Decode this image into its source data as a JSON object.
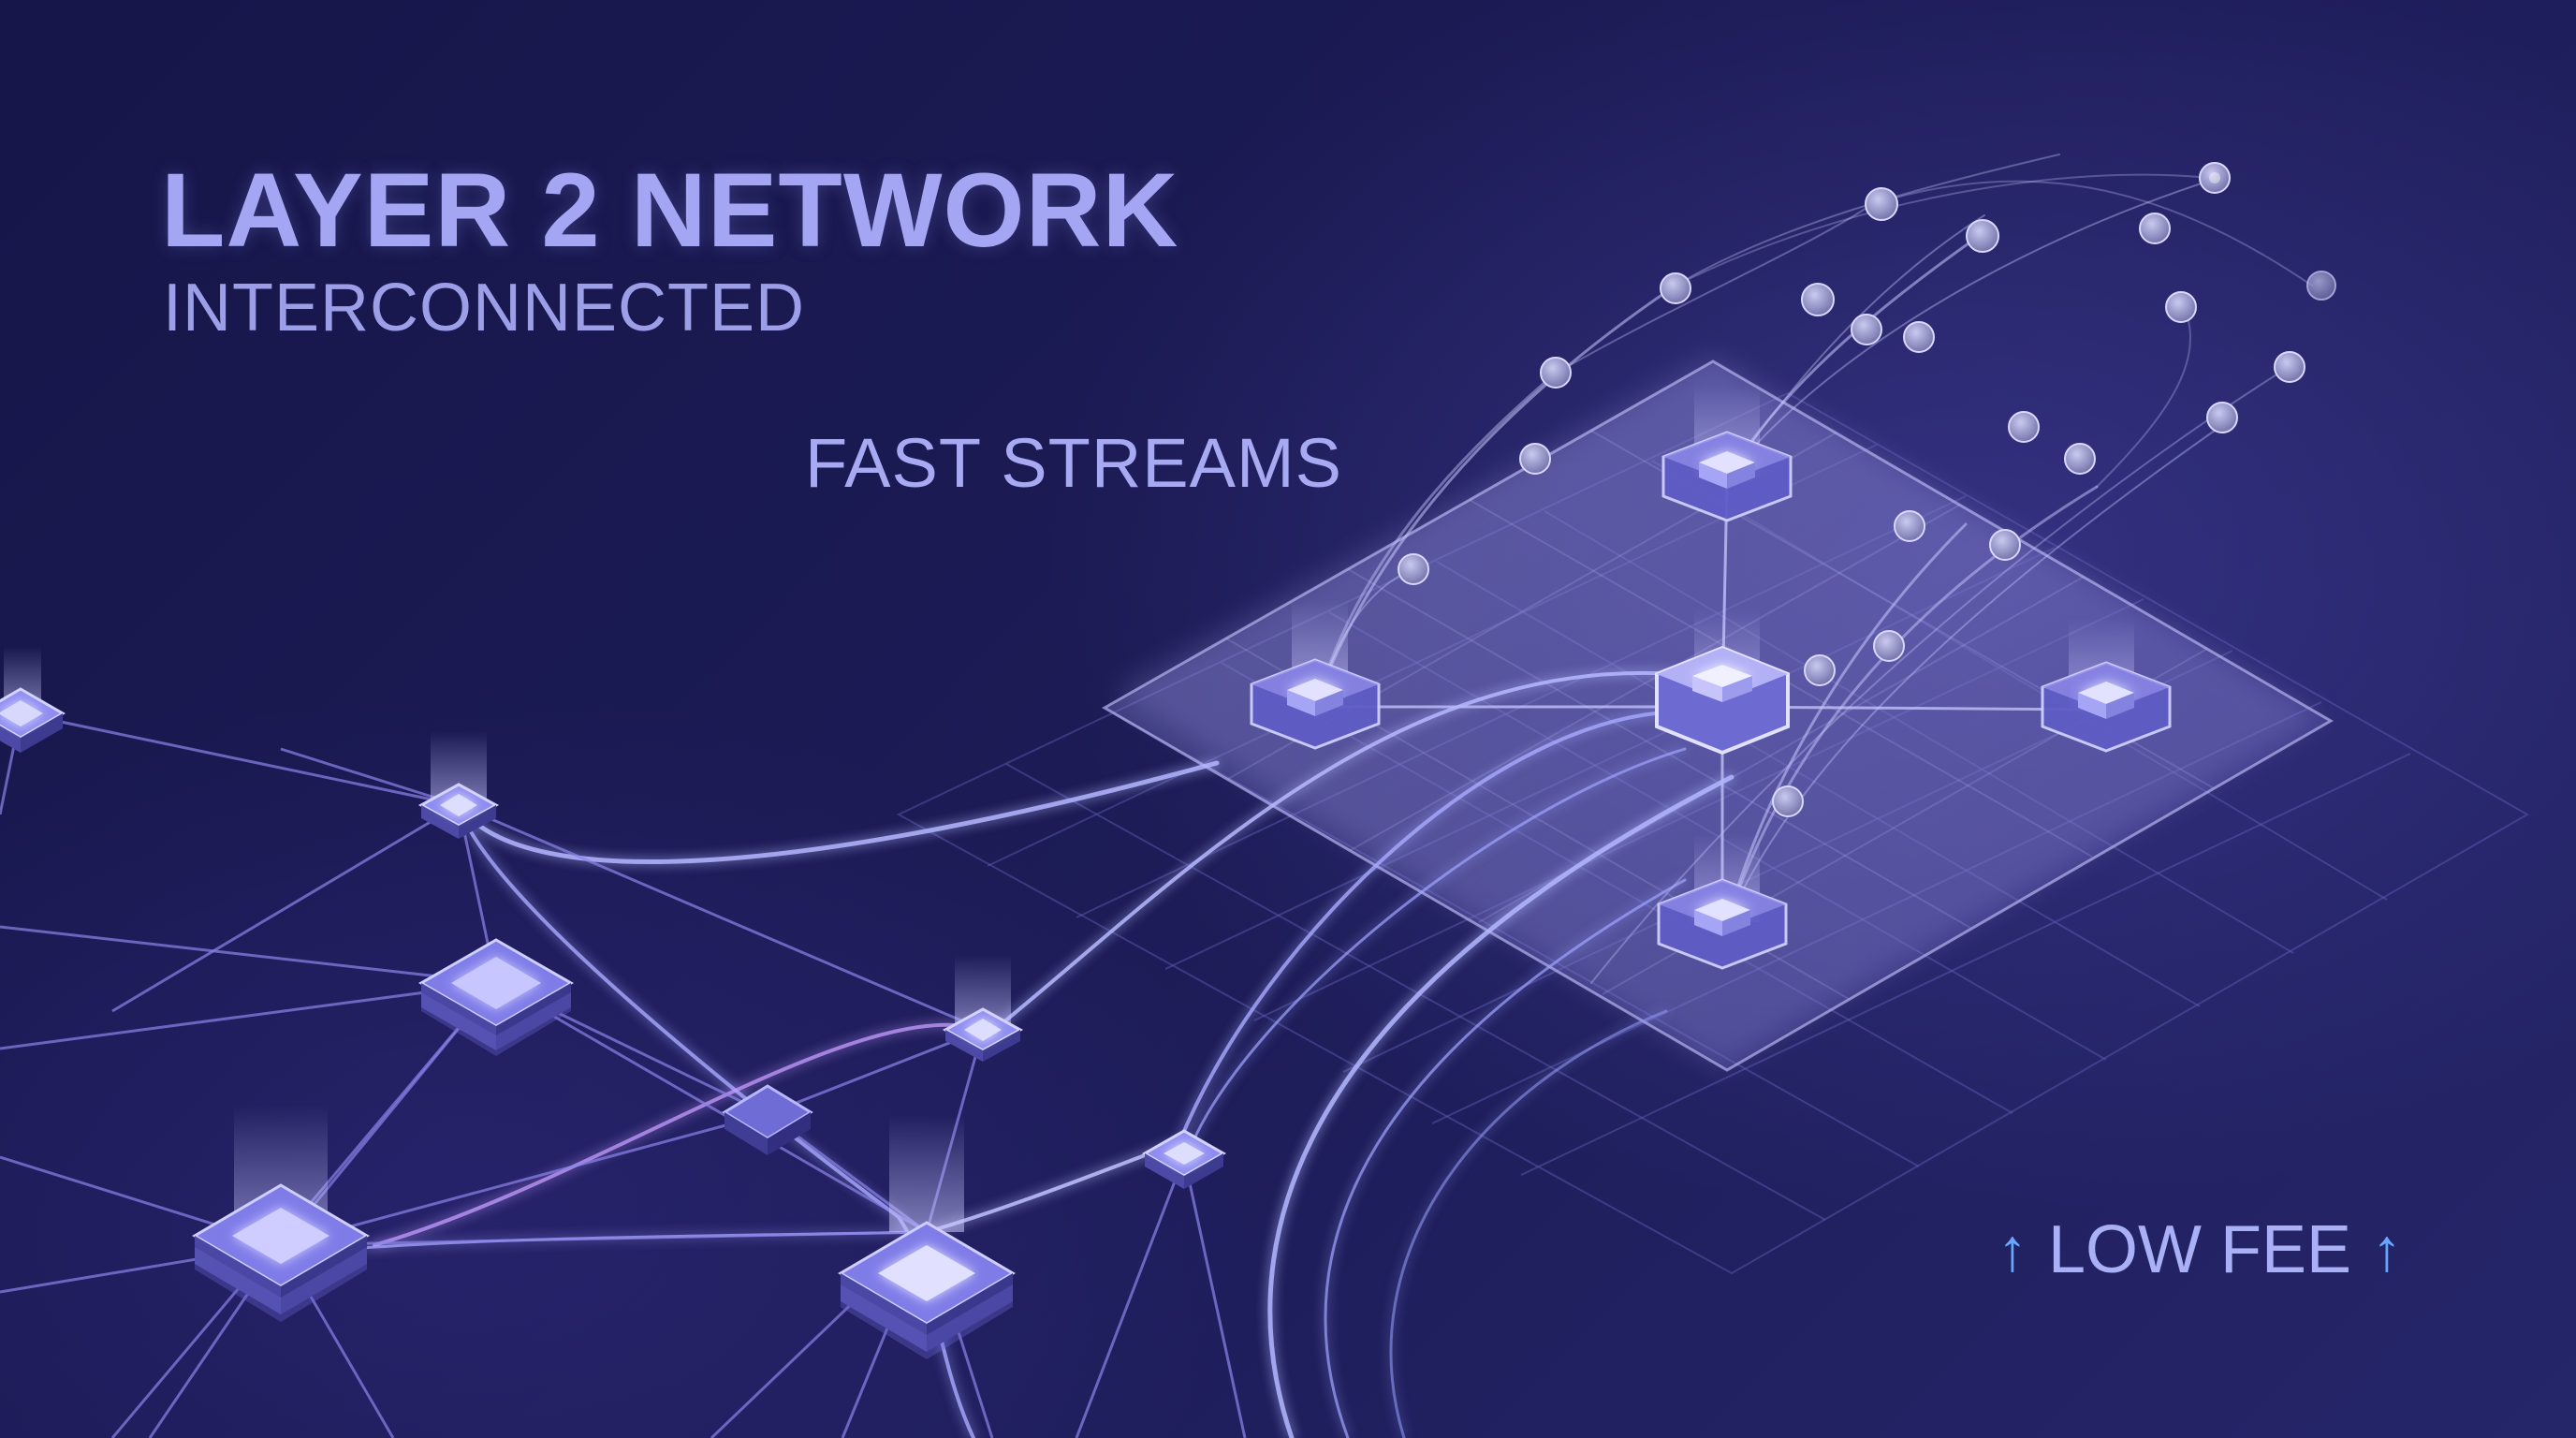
{
  "hero": {
    "title": "LAYER 2 NETWORK",
    "subtitle": "INTERCONNECTED"
  },
  "callouts": {
    "fast_streams": "FAST STREAMS",
    "low_fee": "LOW FEE",
    "arrow_icon": "↑"
  },
  "icons": {
    "token": "coin-icon",
    "node": "hexagon-node-icon",
    "chip": "cube-node-icon"
  },
  "colors": {
    "background": "#1b1a52",
    "title": "#a4a6f4",
    "accent": "#6aa6ff",
    "line": "#9fa4ff",
    "line_violet": "#c49cff"
  }
}
